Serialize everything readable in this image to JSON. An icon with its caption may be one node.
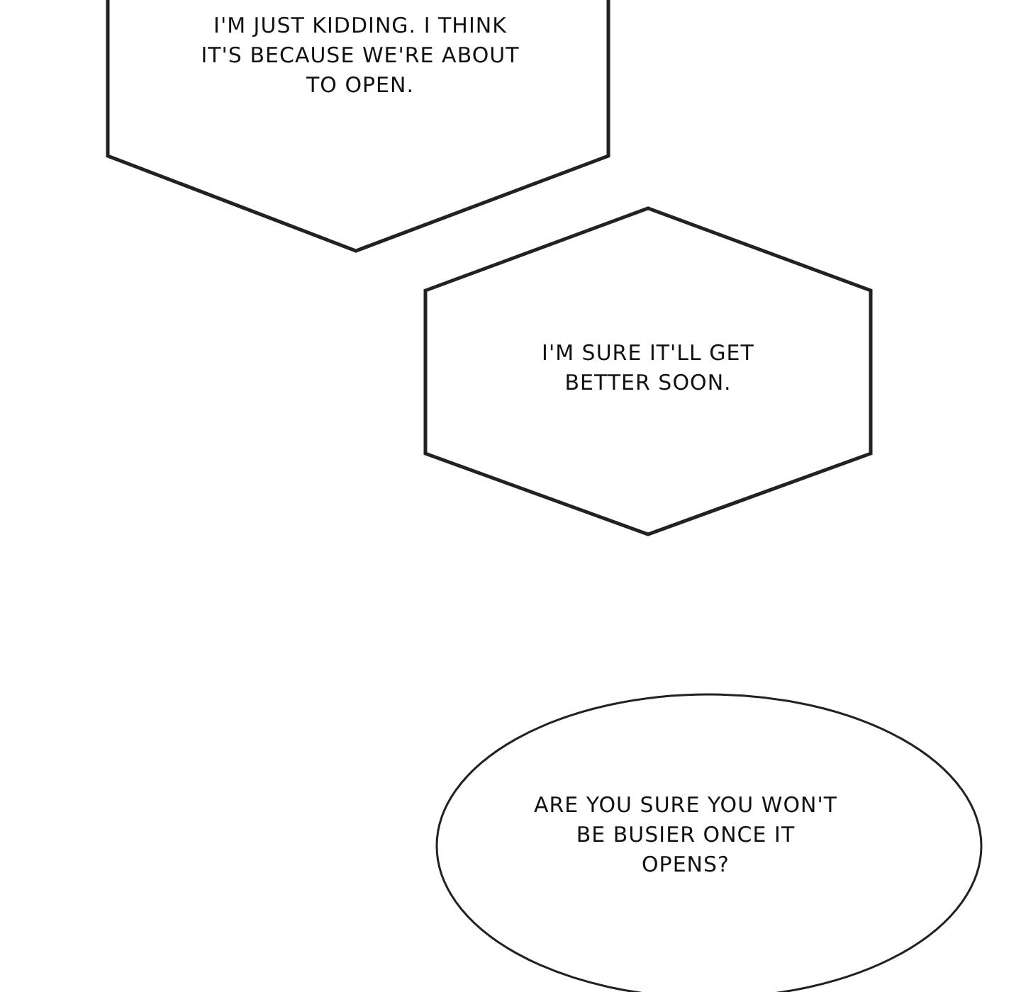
{
  "diagram": {
    "nodes": [
      {
        "text": [
          "I'M JUST KIDDING. I THINK IT'S BECAUSE WE'RE ABOUT TO OPEN."
        ]
      },
      {
        "text": [
          "I'M SURE IT'LL GET BETTER SOON."
        ]
      },
      {
        "text": [
          "ARE YOU SURE YOU WON'T BE BUSIER ONCE IT OPENS?"
        ]
      }
    ]
  }
}
